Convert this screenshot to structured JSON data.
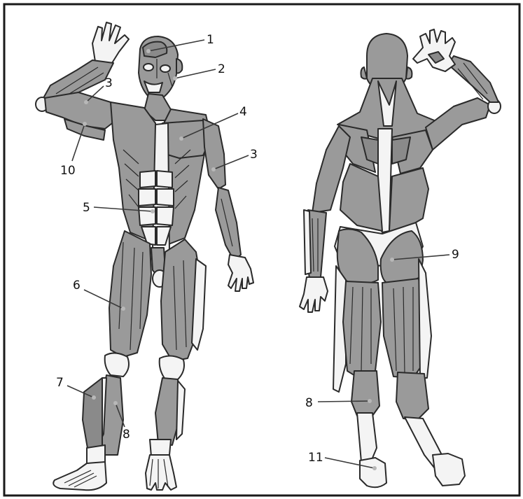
{
  "figures": [
    "front-view",
    "back-view"
  ],
  "labels": {
    "l1": "1",
    "l2": "2",
    "l3a": "3",
    "l3b": "3",
    "l4": "4",
    "l5": "5",
    "l6": "6",
    "l7": "7",
    "l8a": "8",
    "l8b": "8",
    "l9": "9",
    "l10": "10",
    "l11": "11"
  },
  "colors": {
    "muscle": "#9a9a9a",
    "tendon": "#f4f4f4",
    "outline": "#2a2a2a"
  }
}
